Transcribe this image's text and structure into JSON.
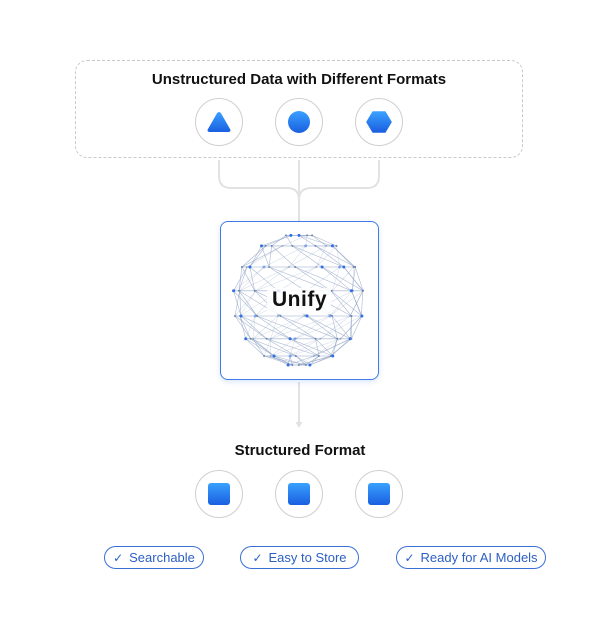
{
  "top": {
    "title": "Unstructured Data with Different Formats"
  },
  "unify": {
    "label": "Unify"
  },
  "bottom": {
    "title": "Structured Format"
  },
  "pills": [
    {
      "label": "Searchable"
    },
    {
      "label": "Easy to Store"
    },
    {
      "label": "Ready for AI Models"
    }
  ],
  "icons": {
    "inputs": [
      "triangle-icon",
      "circle-icon",
      "hexagon-icon"
    ],
    "outputs": [
      "square-icon",
      "square-icon",
      "square-icon"
    ],
    "check": "✓"
  },
  "colors": {
    "accent": "#3f7be6",
    "icon_gradient_top": "#3aa0ff",
    "icon_gradient_bottom": "#1a5fe0",
    "connector": "#e2e2e2"
  }
}
